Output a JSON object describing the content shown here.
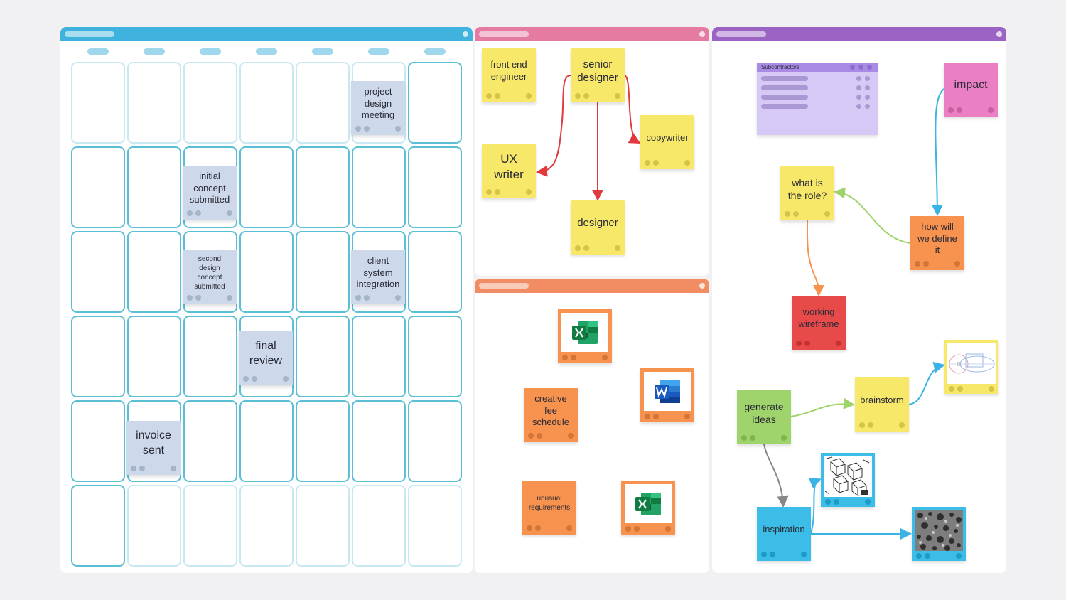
{
  "colors": {
    "calendar_header": "#3fb3dd",
    "team_header": "#e57aa3",
    "files_header": "#f28c62",
    "mindmap_header": "#9a63c4",
    "cell_border": "#5bc0d6"
  },
  "calendar": {
    "notes": {
      "project_design_meeting": "project design meeting",
      "initial_concept_submitted": "initial concept submitted",
      "second_design_concept_submitted": "second design concept submitted",
      "client_system_integration": "client system integration",
      "final_review": "final review",
      "invoice_sent": "invoice sent"
    }
  },
  "team": {
    "front_end_engineer": "front end engineer",
    "senior_designer": "senior designer",
    "ux_writer": "UX writer",
    "copywriter": "copywriter",
    "designer": "designer"
  },
  "files": {
    "creative_fee_schedule": "creative fee schedule",
    "unusual_requirements": "unusual requirements",
    "icons": [
      "excel-icon",
      "word-icon",
      "excel-icon"
    ]
  },
  "mindmap": {
    "subcontractors_title": "Subcontractors",
    "impact": "impact",
    "what_is_the_role": "what is the role?",
    "how_will_we_define_it": "how will we define it",
    "working_wireframe": "working wireframe",
    "generate_ideas": "generate ideas",
    "brainstorm": "brainstorm",
    "inspiration": "inspiration"
  }
}
